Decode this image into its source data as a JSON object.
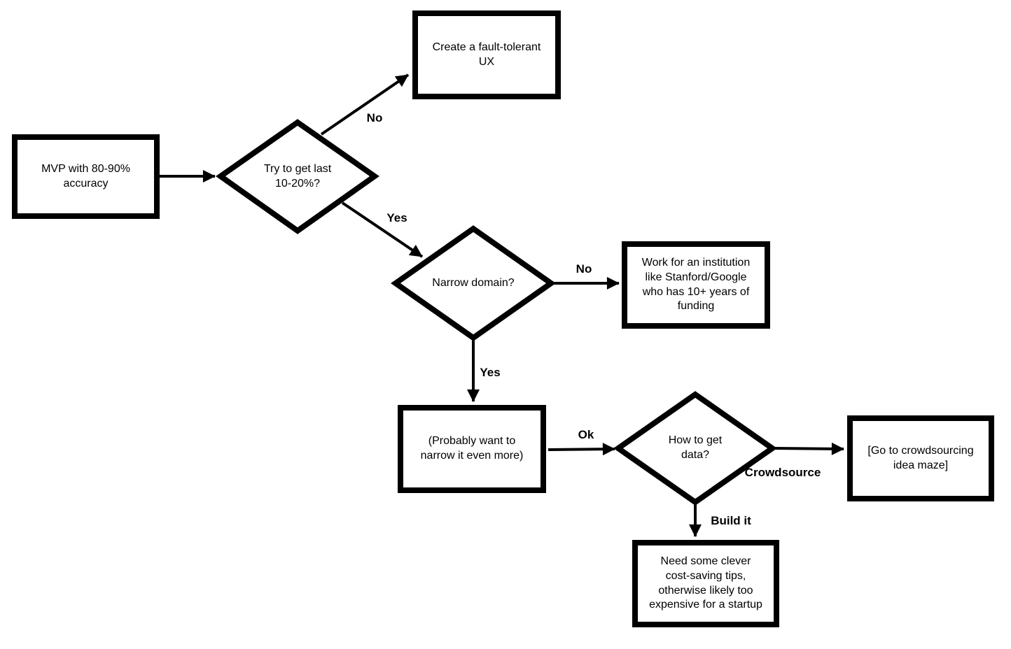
{
  "colors": {
    "background": "#ffffff",
    "stroke": "#000000",
    "text": "#000000"
  },
  "diagram": {
    "nodes": [
      {
        "id": "mvp",
        "type": "rect",
        "label": "MVP with 80-90%\naccuracy"
      },
      {
        "id": "try-to-get-last",
        "type": "diamond",
        "label": "Try to get last\n10-20%?"
      },
      {
        "id": "fault-tolerant-ux",
        "type": "rect",
        "label": "Create a fault-tolerant\nUX"
      },
      {
        "id": "narrow-domain",
        "type": "diamond",
        "label": "Narrow domain?"
      },
      {
        "id": "institution",
        "type": "rect",
        "label": "Work for an institution\nlike Stanford/Google\nwho has 10+ years of\nfunding"
      },
      {
        "id": "narrow-even-more",
        "type": "rect",
        "label": "(Probably want to\nnarrow it even more)"
      },
      {
        "id": "how-to-get-data",
        "type": "diamond",
        "label": "How to get\ndata?"
      },
      {
        "id": "crowdsourcing-maze",
        "type": "rect",
        "label": "[Go to crowdsourcing\nidea maze]"
      },
      {
        "id": "cost-saving-tips",
        "type": "rect",
        "label": "Need some clever\ncost-saving tips,\notherwise likely too\nexpensive for a startup"
      }
    ],
    "edges": [
      {
        "from": "mvp",
        "to": "try-to-get-last",
        "label": ""
      },
      {
        "from": "try-to-get-last",
        "to": "fault-tolerant-ux",
        "label": "No"
      },
      {
        "from": "try-to-get-last",
        "to": "narrow-domain",
        "label": "Yes"
      },
      {
        "from": "narrow-domain",
        "to": "institution",
        "label": "No"
      },
      {
        "from": "narrow-domain",
        "to": "narrow-even-more",
        "label": "Yes"
      },
      {
        "from": "narrow-even-more",
        "to": "how-to-get-data",
        "label": "Ok"
      },
      {
        "from": "how-to-get-data",
        "to": "crowdsourcing-maze",
        "label": "Crowdsource"
      },
      {
        "from": "how-to-get-data",
        "to": "cost-saving-tips",
        "label": "Build it"
      }
    ]
  }
}
